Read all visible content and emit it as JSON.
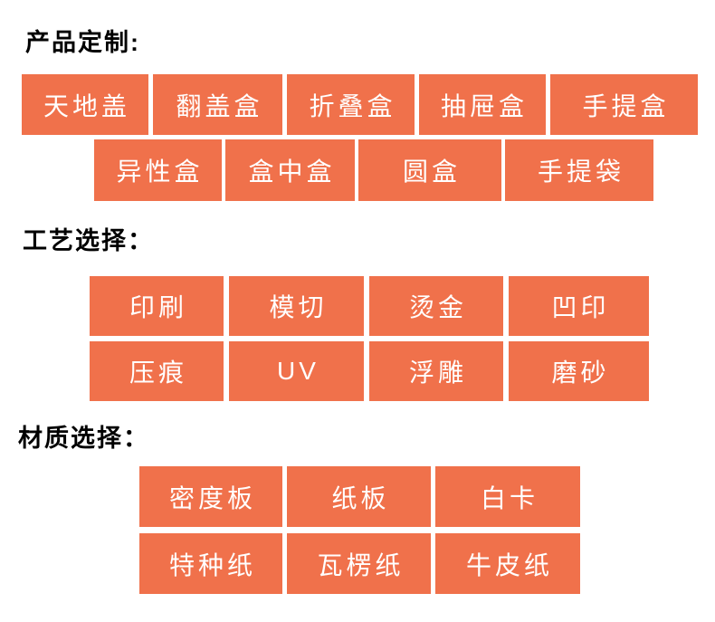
{
  "colors": {
    "page-bg": "#FFFFFF",
    "title-text": "#000000",
    "button-bg": "#F0714B",
    "button-text": "#FFFFFF"
  },
  "sections": [
    {
      "title": "产品定制:",
      "rows": [
        [
          "天地盖",
          "翻盖盒",
          "折叠盒",
          "抽屉盒",
          "手提盒"
        ],
        [
          "异性盒",
          "盒中盒",
          "圆盒",
          "手提袋"
        ]
      ]
    },
    {
      "title": "工艺选择：",
      "rows": [
        [
          "印刷",
          "模切",
          "烫金",
          "凹印"
        ],
        [
          "压痕",
          "UV",
          "浮雕",
          "磨砂"
        ]
      ]
    },
    {
      "title": "材质选择：",
      "rows": [
        [
          "密度板",
          "纸板",
          "白卡"
        ],
        [
          "特种纸",
          "瓦楞纸",
          "牛皮纸"
        ]
      ]
    }
  ]
}
